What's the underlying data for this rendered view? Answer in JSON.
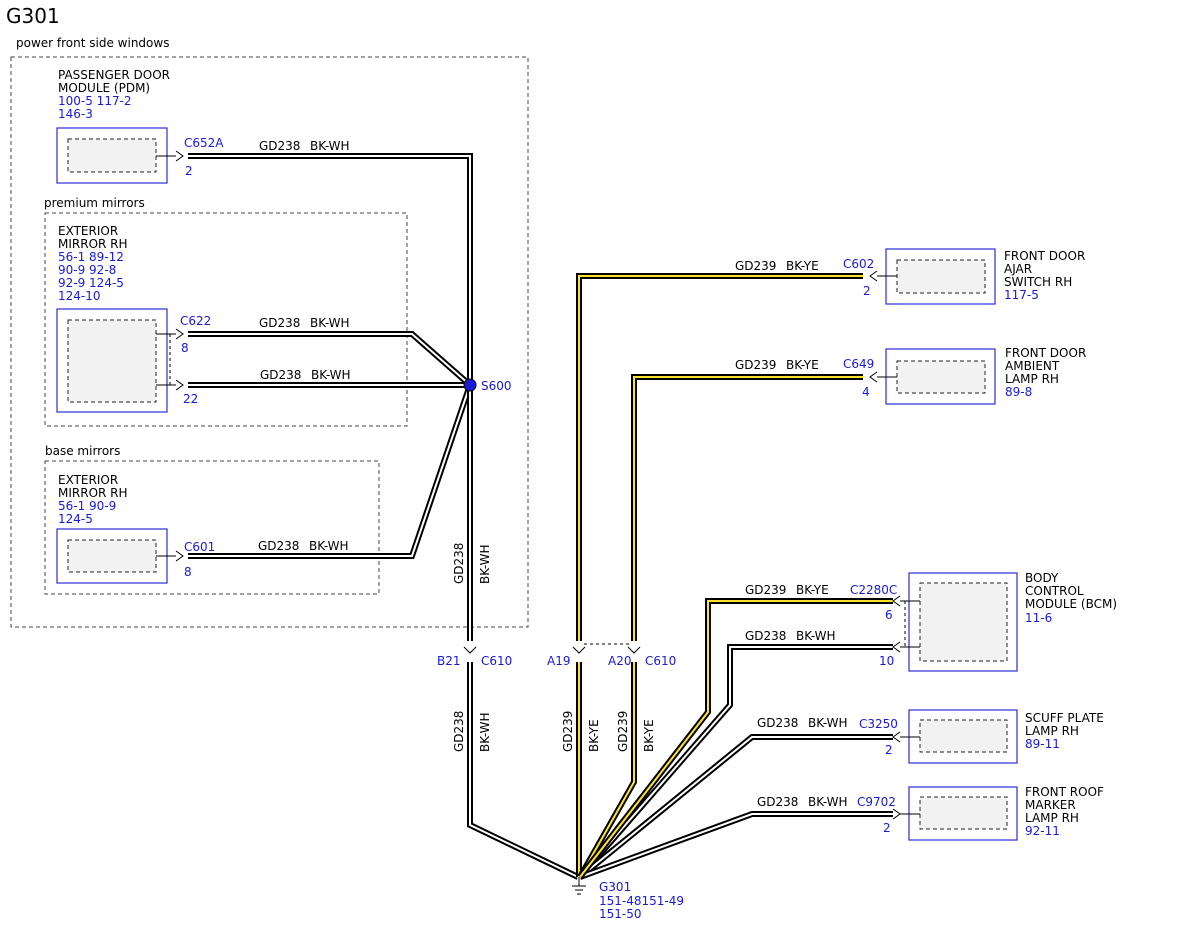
{
  "title": "G301",
  "sections": {
    "power_windows": "power front side windows",
    "premium_mirrors": "premium mirrors",
    "base_mirrors": "base mirrors"
  },
  "modules": {
    "pdm": {
      "name_lines": [
        "PASSENGER DOOR",
        "MODULE (PDM)"
      ],
      "refs": [
        "100-5 117-2",
        "146-3"
      ]
    },
    "mirror_premium": {
      "name_lines": [
        "EXTERIOR",
        "MIRROR RH"
      ],
      "refs": [
        "56-1   89-12",
        "90-9   92-8",
        "92-9   124-5",
        "124-10"
      ]
    },
    "mirror_base": {
      "name_lines": [
        "EXTERIOR",
        "MIRROR RH"
      ],
      "refs": [
        "56-1   90-9",
        "124-5"
      ]
    },
    "door_ajar": {
      "name_lines": [
        "FRONT DOOR",
        "AJAR",
        "SWITCH RH"
      ],
      "refs": [
        "117-5"
      ]
    },
    "ambient": {
      "name_lines": [
        "FRONT DOOR",
        "AMBIENT",
        "LAMP RH"
      ],
      "refs": [
        "89-8"
      ]
    },
    "bcm": {
      "name_lines": [
        "BODY",
        "CONTROL",
        "MODULE (BCM)"
      ],
      "refs": [
        "11-6"
      ]
    },
    "scuff": {
      "name_lines": [
        "SCUFF PLATE",
        "LAMP RH"
      ],
      "refs": [
        "89-11"
      ]
    },
    "roof_marker": {
      "name_lines": [
        "FRONT ROOF",
        "MARKER",
        "LAMP RH"
      ],
      "refs": [
        "92-11"
      ]
    }
  },
  "connectors": {
    "c652a": {
      "id": "C652A",
      "pin": "2"
    },
    "c622": {
      "id": "C622",
      "pins": [
        "8",
        "22"
      ]
    },
    "c601": {
      "id": "C601",
      "pin": "8"
    },
    "c602": {
      "id": "C602",
      "pin": "2"
    },
    "c649": {
      "id": "C649",
      "pin": "4"
    },
    "c2280c": {
      "id": "C2280C",
      "pins": [
        "6",
        "10"
      ]
    },
    "c3250": {
      "id": "C3250",
      "pin": "2"
    },
    "c9702": {
      "id": "C9702",
      "pin": "2"
    },
    "c610": {
      "id": "C610",
      "pin_b21": "B21",
      "pin_a19": "A19",
      "pin_a20": "A20"
    }
  },
  "splice": {
    "id": "S600"
  },
  "ground": {
    "id": "G301",
    "refs": [
      "151-48151-49",
      "151-50"
    ]
  },
  "circuits": {
    "gd238": {
      "id": "GD238",
      "color": "BK-WH",
      "hex_outer": "#000000",
      "hex_inner": "#ffffff"
    },
    "gd239": {
      "id": "GD239",
      "color": "BK-YE",
      "hex_outer": "#000000",
      "hex_inner": "#ffe22e"
    }
  },
  "colors": {
    "reference_blue": "#1a1ad6",
    "module_border": "#2b2bd6",
    "module_fill": "#f2f2f2"
  }
}
